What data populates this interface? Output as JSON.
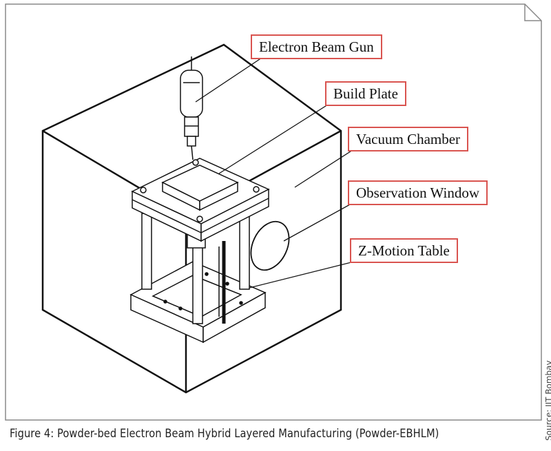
{
  "labels": {
    "gun": "Electron Beam Gun",
    "plate": "Build Plate",
    "chamber": "Vacuum Chamber",
    "window": "Observation Window",
    "table": "Z-Motion Table"
  },
  "caption": "Figure 4: Powder-bed Electron Beam Hybrid Layered Manufacturing (Powder-EBHLM)",
  "source": "Source: IIT Bombay",
  "colors": {
    "label_border": "#d9534f",
    "frame": "#888888",
    "ink": "#111111"
  }
}
